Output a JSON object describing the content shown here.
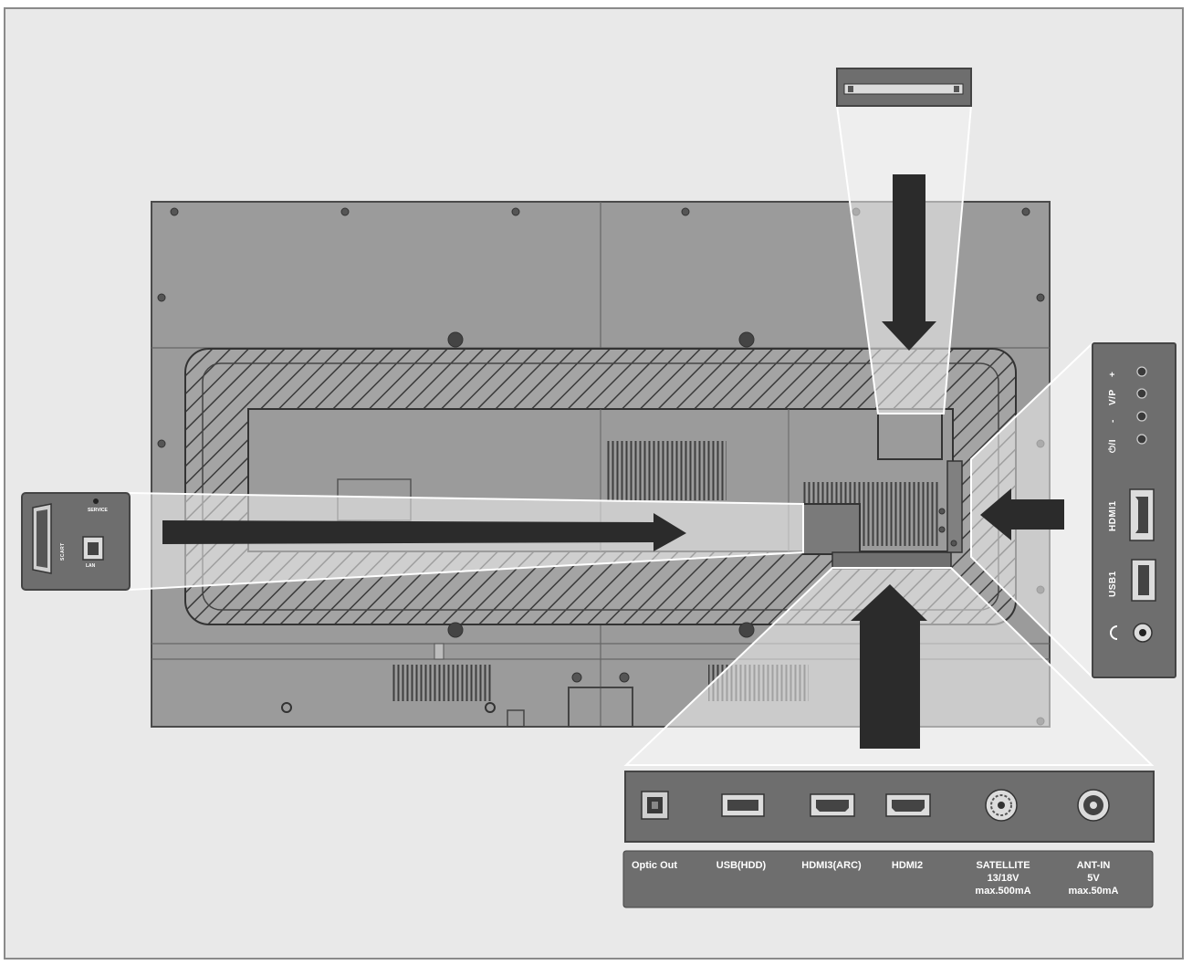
{
  "diagram": {
    "bottom_panel": {
      "ports": [
        {
          "label": "Optic Out",
          "icon": "optical-port-icon"
        },
        {
          "label": "USB(HDD)",
          "icon": "usb-port-icon"
        },
        {
          "label": "HDMI3(ARC)",
          "icon": "hdmi-port-icon"
        },
        {
          "label": "HDMI2",
          "icon": "hdmi-port-icon"
        },
        {
          "label": "SATELLITE\n13/18V\nmax.500mA",
          "icon": "coax-f-connector-icon"
        },
        {
          "label": "ANT-IN\n5V\nmax.50mA",
          "icon": "antenna-port-icon"
        }
      ]
    },
    "side_panel": {
      "labels": {
        "power": "⏻/I",
        "minus": "-",
        "vp": "V/P",
        "plus": "+",
        "hdmi1": "HDMI1",
        "usb1": "USB1"
      },
      "icons": [
        "control-button-icon",
        "hdmi-port-icon",
        "usb-port-icon",
        "headphone-icon"
      ]
    },
    "left_panel": {
      "labels": {
        "scart": "SCART",
        "lan": "LAN",
        "service": "SERVICE"
      },
      "icons": [
        "scart-port-icon",
        "lan-port-icon"
      ]
    },
    "top_panel": {
      "icons": [
        "ci-slot-icon"
      ]
    },
    "colors": {
      "background": "#e9e9e9",
      "tv_body": "#9b9b9b",
      "panel": "#6e6e6e",
      "arrow": "#2b2b2b",
      "callout": "#f2f2f2"
    }
  }
}
